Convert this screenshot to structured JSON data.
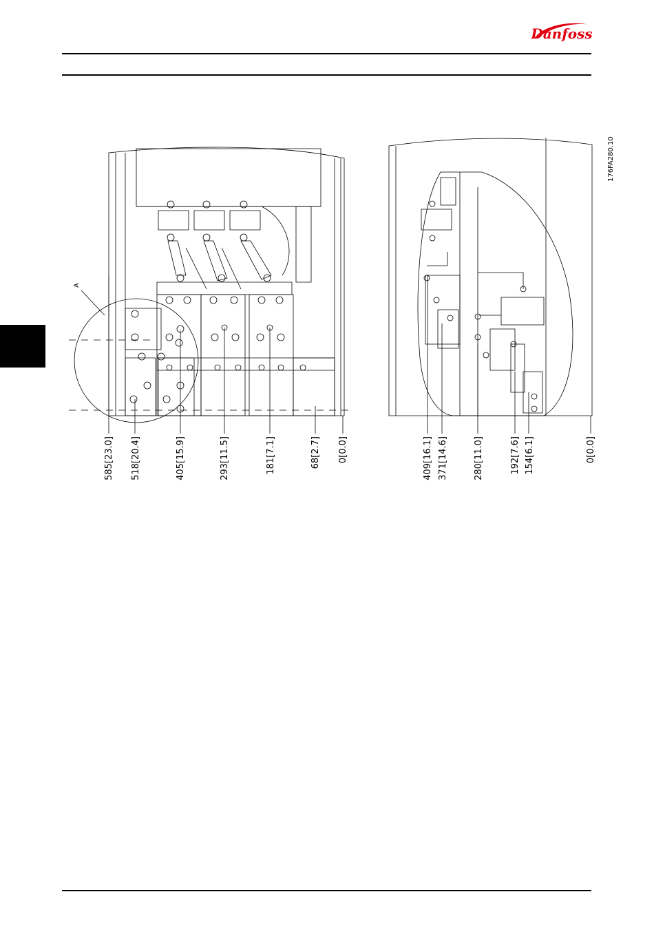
{
  "brand": {
    "logo_text": "Danfoss",
    "color": "#E2000F"
  },
  "drawing": {
    "reference_code": "176FA280.10",
    "detail_label": "A",
    "left_view_dimensions": [
      "585[23.0]",
      "518[20.4]",
      "405[15.9]",
      "293[11.5]",
      "181[7.1]",
      "68[2.7]",
      "0[0.0]"
    ],
    "right_view_dimensions": [
      "409[16.1]",
      "371[14.6]",
      "280[11.0]",
      "192[7.6]",
      "154[6.1]",
      "0[0.0]"
    ]
  }
}
